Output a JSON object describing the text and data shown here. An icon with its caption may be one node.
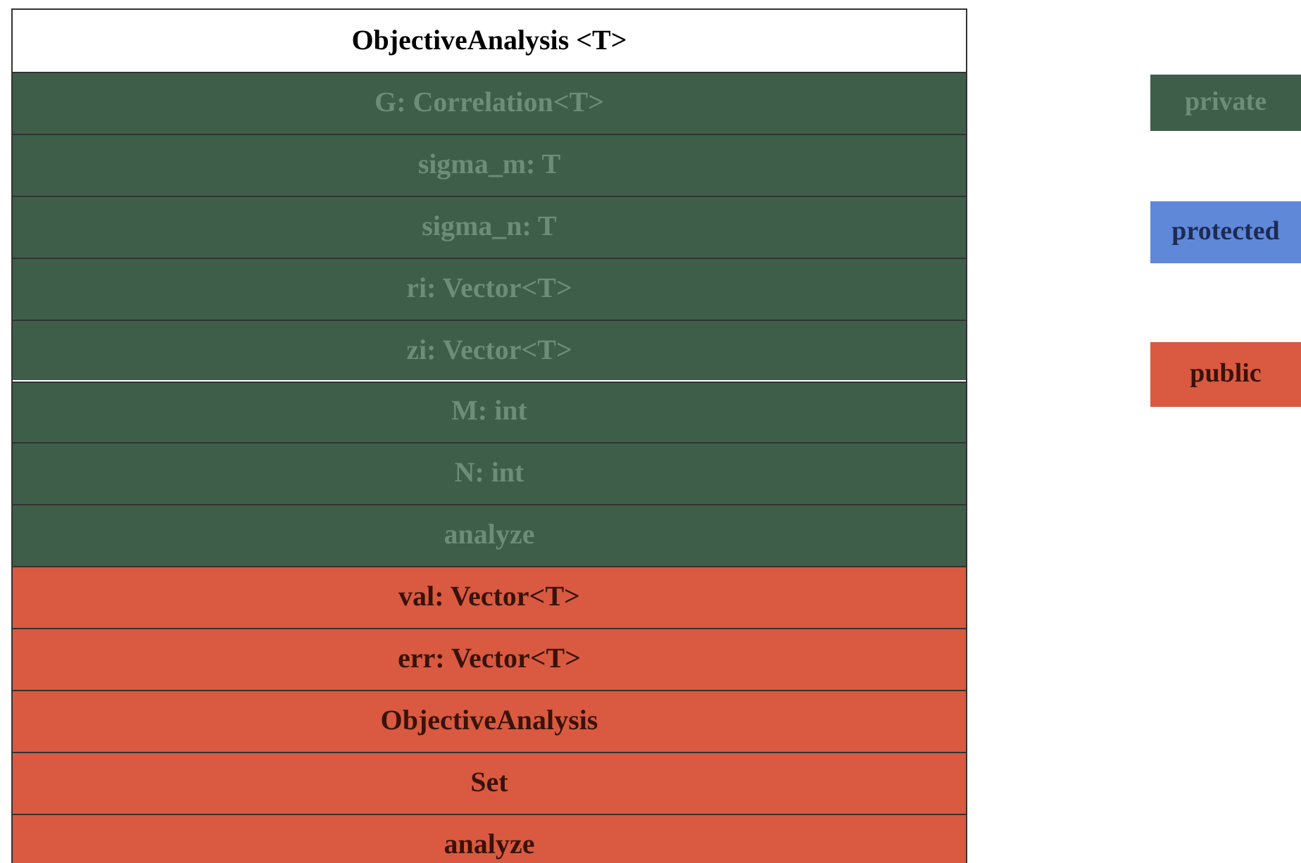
{
  "diagram": {
    "nodes": [
      {
        "text": [
          "ObjectiveAnalysis <T>"
        ]
      },
      {
        "text": [
          "G: Correlation<T>"
        ],
        "in": 0
      },
      {
        "text": [
          "sigma_m: T"
        ],
        "in": 0
      },
      {
        "text": [
          "sigma_n: T"
        ],
        "in": 0
      },
      {
        "text": [
          "ri: Vector<T>"
        ],
        "in": 0
      },
      {
        "text": [
          "zi: Vector<T>"
        ],
        "in": 0
      },
      {
        "text": [
          "M: int"
        ],
        "in": 0
      },
      {
        "text": [
          "N: int"
        ],
        "in": 0
      },
      {
        "text": [
          "analyze"
        ],
        "in": 0
      },
      {
        "text": [
          "val: Vector<T>"
        ],
        "in": 0
      },
      {
        "text": [
          "err: Vector<T>"
        ],
        "in": 0
      },
      {
        "text": [
          "ObjectiveAnalysis"
        ],
        "in": 0
      },
      {
        "text": [
          "Set"
        ],
        "in": 0
      },
      {
        "text": [
          "analyze"
        ],
        "in": 0
      }
    ],
    "legend": [
      {
        "text": "private",
        "color": "#3e5e49"
      },
      {
        "text": "protected",
        "color": "#5f88d8"
      },
      {
        "text": "public",
        "color": "#d95a40"
      }
    ]
  }
}
